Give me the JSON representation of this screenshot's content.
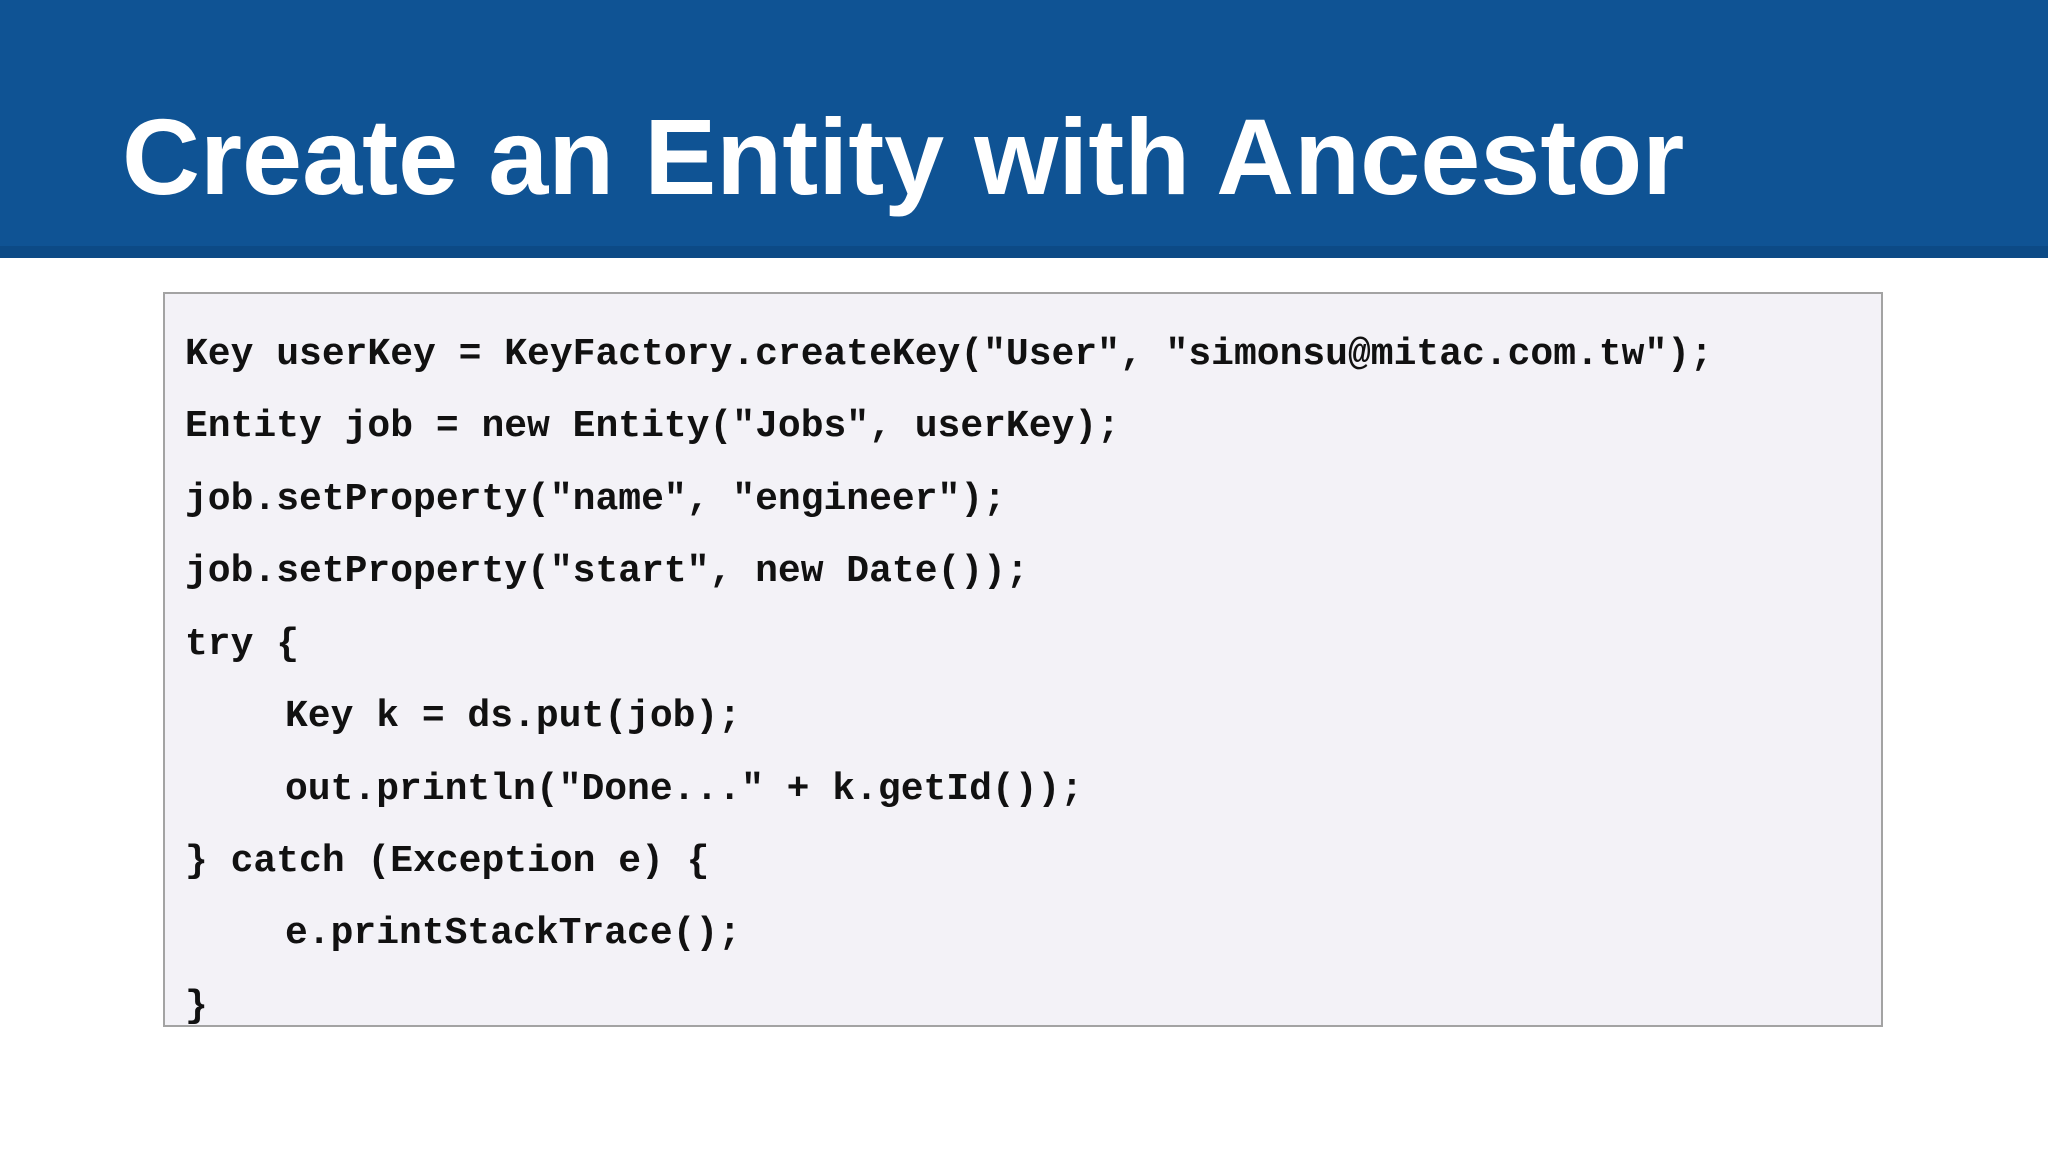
{
  "slide": {
    "title": "Create an Entity with Ancestor"
  },
  "code": {
    "lines": [
      "Key userKey = KeyFactory.createKey(\"User\", \"simonsu@mitac.com.tw\");",
      "Entity job = new Entity(\"Jobs\", userKey);",
      "job.setProperty(\"name\", \"engineer\");",
      "job.setProperty(\"start\", new Date());",
      "try {",
      "Key k = ds.put(job);",
      "out.println(\"Done...\" + k.getId());",
      "} catch (Exception e) {",
      "e.printStackTrace();",
      "}"
    ]
  }
}
